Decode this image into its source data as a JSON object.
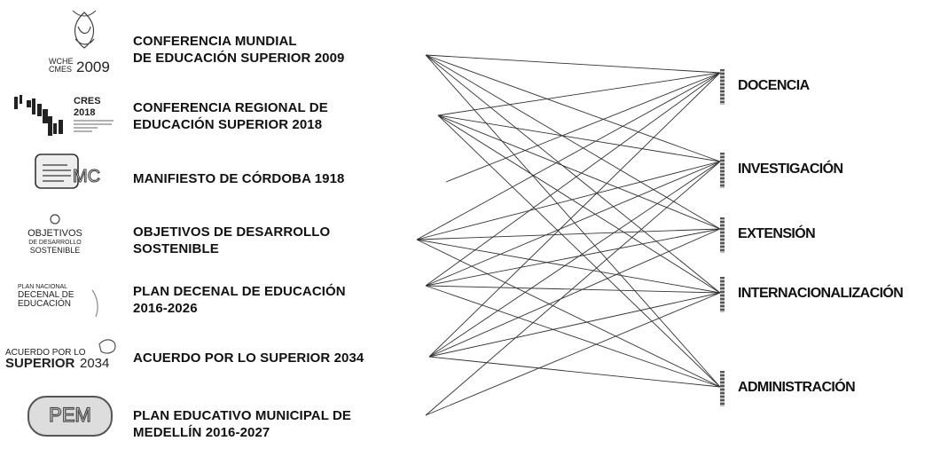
{
  "sources": [
    {
      "id": "wche",
      "label_lines": [
        "CONFERENCIA MUNDIAL",
        "DE EDUCACIÓN SUPERIOR 2009"
      ],
      "logo_text": [
        "WCHE",
        "CMES",
        "2009"
      ]
    },
    {
      "id": "cres",
      "label_lines": [
        "CONFERENCIA REGIONAL DE",
        "EDUCACIÓN SUPERIOR 2018"
      ],
      "logo_text": [
        "CRES",
        "2018"
      ]
    },
    {
      "id": "cordoba",
      "label_lines": [
        "MANIFIESTO DE CÓRDOBA 1918"
      ],
      "logo_text": [
        "MC"
      ]
    },
    {
      "id": "ods",
      "label_lines": [
        "OBJETIVOS DE DESARROLLO",
        "SOSTENIBLE"
      ],
      "logo_text": [
        "OBJETIVOS",
        "DE DESARROLLO",
        "SOSTENIBLE"
      ]
    },
    {
      "id": "pnde",
      "label_lines": [
        "PLAN DECENAL DE EDUCACIÓN",
        "2016-2026"
      ],
      "logo_text": [
        "PLAN NACIONAL",
        "DECENAL DE",
        "EDUCACIÓN"
      ]
    },
    {
      "id": "acuerdo",
      "label_lines": [
        "ACUERDO POR LO SUPERIOR 2034"
      ],
      "logo_text": [
        "ACUERDO POR LO",
        "SUPERIOR",
        "2034"
      ]
    },
    {
      "id": "pem",
      "label_lines": [
        "PLAN EDUCATIVO MUNICIPAL DE",
        "MEDELLÍN 2016-2027"
      ],
      "logo_text": [
        "PEM"
      ]
    }
  ],
  "targets": [
    {
      "id": "docencia",
      "label": "DOCENCIA"
    },
    {
      "id": "investigacion",
      "label": "INVESTIGACIÓN"
    },
    {
      "id": "extension",
      "label": "EXTENSIÓN"
    },
    {
      "id": "internacionalizacion",
      "label": "INTERNACIONALIZACIÓN"
    },
    {
      "id": "administracion",
      "label": "ADMINISTRACIÓN"
    }
  ],
  "connections": [
    [
      "wche",
      "docencia"
    ],
    [
      "wche",
      "investigacion"
    ],
    [
      "wche",
      "extension"
    ],
    [
      "wche",
      "internacionalizacion"
    ],
    [
      "wche",
      "administracion"
    ],
    [
      "cres",
      "docencia"
    ],
    [
      "cres",
      "investigacion"
    ],
    [
      "cres",
      "extension"
    ],
    [
      "cres",
      "internacionalizacion"
    ],
    [
      "cres",
      "administracion"
    ],
    [
      "cordoba",
      "docencia"
    ],
    [
      "ods",
      "docencia"
    ],
    [
      "ods",
      "investigacion"
    ],
    [
      "ods",
      "extension"
    ],
    [
      "ods",
      "internacionalizacion"
    ],
    [
      "ods",
      "administracion"
    ],
    [
      "pnde",
      "docencia"
    ],
    [
      "pnde",
      "investigacion"
    ],
    [
      "pnde",
      "extension"
    ],
    [
      "pnde",
      "internacionalizacion"
    ],
    [
      "pnde",
      "administracion"
    ],
    [
      "acuerdo",
      "docencia"
    ],
    [
      "acuerdo",
      "investigacion"
    ],
    [
      "acuerdo",
      "extension"
    ],
    [
      "acuerdo",
      "internacionalizacion"
    ],
    [
      "acuerdo",
      "administracion"
    ],
    [
      "pem",
      "investigacion"
    ],
    [
      "pem",
      "internacionalizacion"
    ]
  ]
}
